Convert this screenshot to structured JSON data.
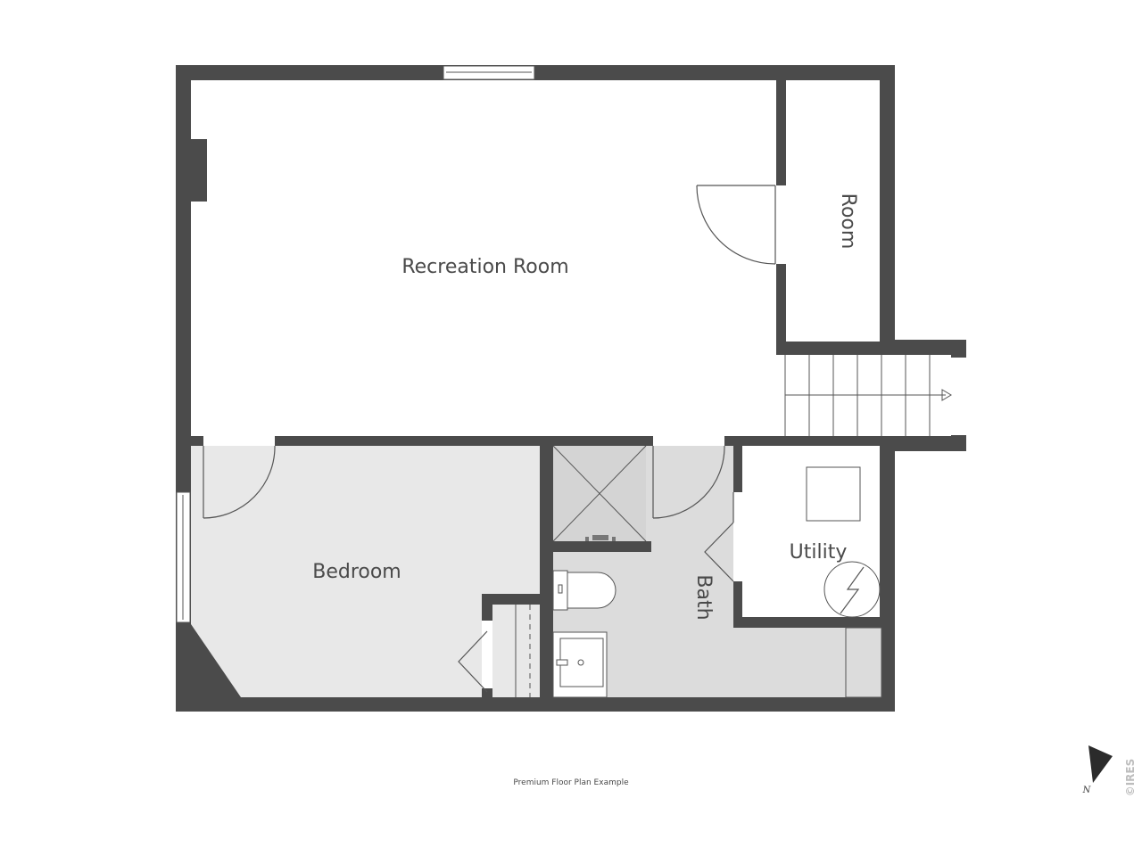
{
  "rooms": {
    "recreation": "Recreation Room",
    "room": "Room",
    "bedroom": "Bedroom",
    "bath": "Bath",
    "utility": "Utility"
  },
  "caption": "Premium Floor Plan Example",
  "compass": {
    "label": "N"
  },
  "watermark": "©IRES",
  "colors": {
    "wall": "#4b4b4b",
    "floor_light": "#ffffff",
    "floor_bedroom": "#e8e8e8",
    "floor_bath": "#dcdcdc",
    "line": "#555555"
  }
}
